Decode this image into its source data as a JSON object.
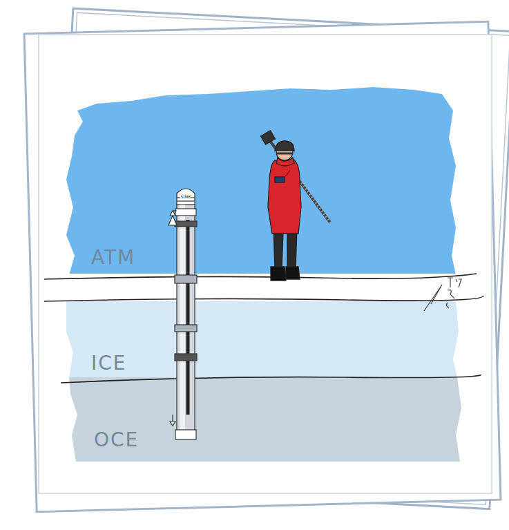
{
  "diagram": {
    "nodes": [
      {
        "text": [
          "ATM"
        ]
      },
      {
        "text": [
          "ICE"
        ]
      },
      {
        "text": [
          "OCE"
        ]
      }
    ],
    "labels": [
      "SIMB"
    ]
  }
}
